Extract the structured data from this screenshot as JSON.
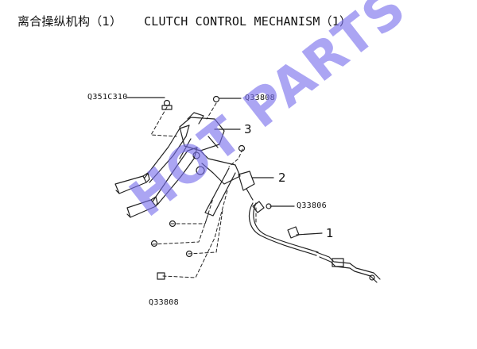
{
  "title": {
    "chinese": "离合操纵机构（1）",
    "english": "CLUTCH CONTROL MECHANISM（1）"
  },
  "part_labels": {
    "q351c310": "Q351C310",
    "q33808_top": "Q33808",
    "q33806": "Q33806",
    "q33808_bottom": "Q33808"
  },
  "callouts": {
    "n1": "1",
    "n2": "2",
    "n3": "3"
  },
  "watermark": "HOT PARTS",
  "colors": {
    "watermark": "#786ee8",
    "line": "#222222"
  }
}
